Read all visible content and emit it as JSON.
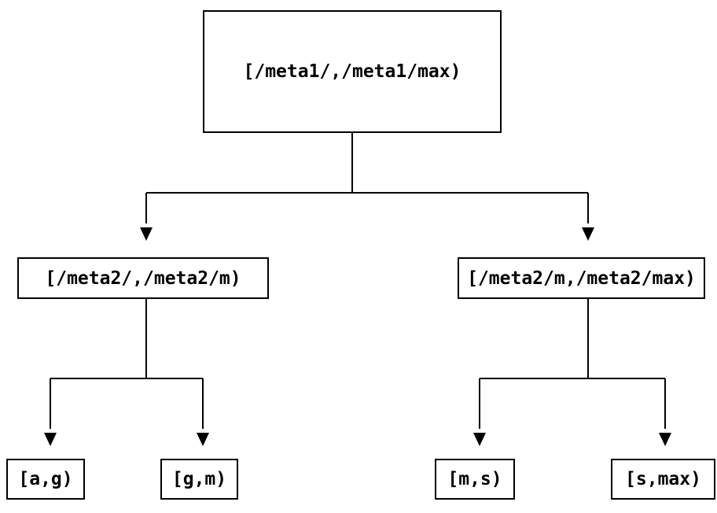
{
  "colors": {
    "background": "#ffffff",
    "stroke": "#000000",
    "text": "#000000"
  },
  "tree": {
    "root": {
      "label": "[/meta1/,/meta1/max)",
      "children": [
        {
          "label": "[/meta2/,/meta2/m)",
          "children": [
            {
              "label": "[a,g)"
            },
            {
              "label": "[g,m)"
            }
          ]
        },
        {
          "label": "[/meta2/m,/meta2/max)",
          "children": [
            {
              "label": "[m,s)"
            },
            {
              "label": "[s,max)"
            }
          ]
        }
      ]
    }
  }
}
